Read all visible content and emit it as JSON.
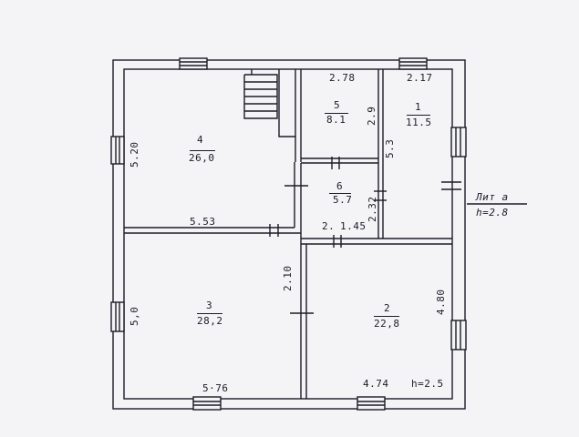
{
  "colors": {
    "ink": "#1c1c28",
    "paper": "#f4f3f6"
  },
  "rooms": [
    {
      "number": "4",
      "area": "26,0"
    },
    {
      "number": "5",
      "area": "8.1"
    },
    {
      "number": "1",
      "area": "11.5"
    },
    {
      "number": "6",
      "area": "5.7"
    },
    {
      "number": "3",
      "area": "28,2"
    },
    {
      "number": "2",
      "area": "22,8"
    }
  ],
  "dimensions": {
    "left_upper": "5.20",
    "left_lower": "5,0",
    "mid_horizontal": "5.53",
    "bottom_left": "5·76",
    "top_room5": "2.78",
    "top_room1": "2.17",
    "room5_side": "2.9",
    "room1_side": "5.3",
    "room6_side": "2.32",
    "small_left": "2.",
    "small_right": "1.45",
    "corridor": "2.10",
    "right_lower": "4.80",
    "bottom_right": "4.74",
    "height_bottom": "h=2.5"
  },
  "stamp": {
    "line1": "Лит а",
    "line2": "h=2.8"
  }
}
